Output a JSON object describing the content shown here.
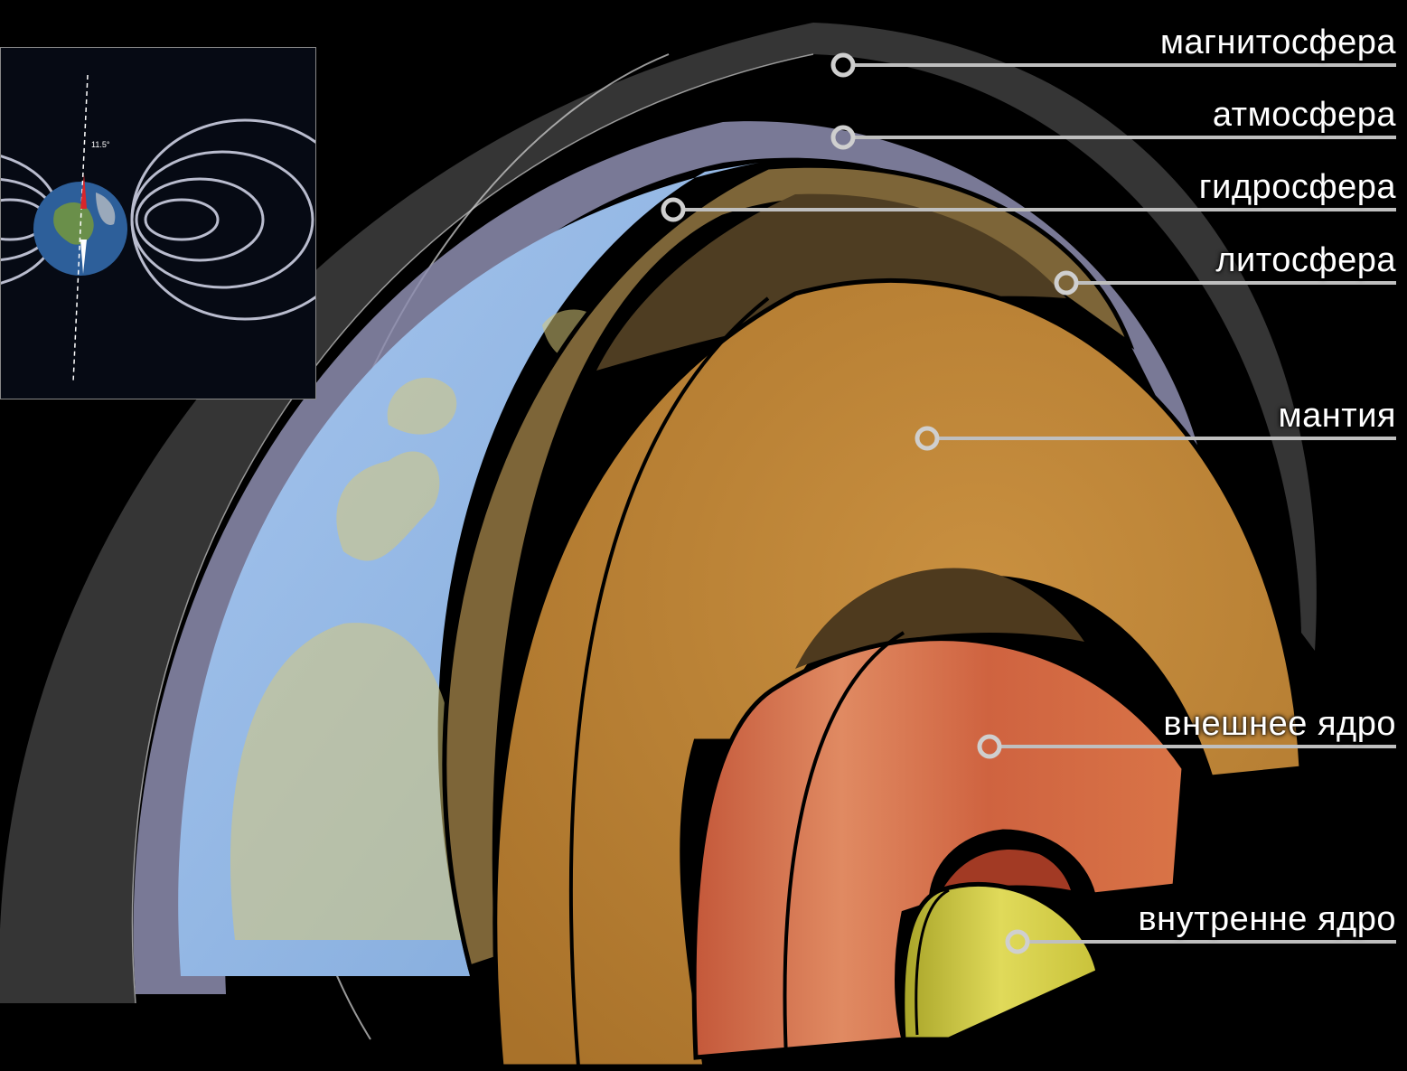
{
  "diagram": {
    "colors": {
      "background": "#000000",
      "magnetosphere": "#3a3a3a",
      "atmosphere": "#9d9dc0",
      "hydrosphere": "#8fb7e6",
      "lithosphere": "#7a6233",
      "mantle": "#c58a36",
      "outer_core": "#d8683e",
      "inner_core": "#d4cd3c",
      "leader_line": "#b8b8b8"
    },
    "layers": [
      {
        "key": "magnetosphere",
        "label": "магнитосфера"
      },
      {
        "key": "atmosphere",
        "label": "атмосфера"
      },
      {
        "key": "hydrosphere",
        "label": "гидросфера"
      },
      {
        "key": "lithosphere",
        "label": "литосфера"
      },
      {
        "key": "mantle",
        "label": "мантия"
      },
      {
        "key": "outer_core",
        "label": "внешнее ядро"
      },
      {
        "key": "inner_core",
        "label": "внутренне ядро"
      }
    ]
  },
  "inset": {
    "description_icon": "earth-magnetic-field-icon",
    "tilt_label": "11.5°"
  }
}
